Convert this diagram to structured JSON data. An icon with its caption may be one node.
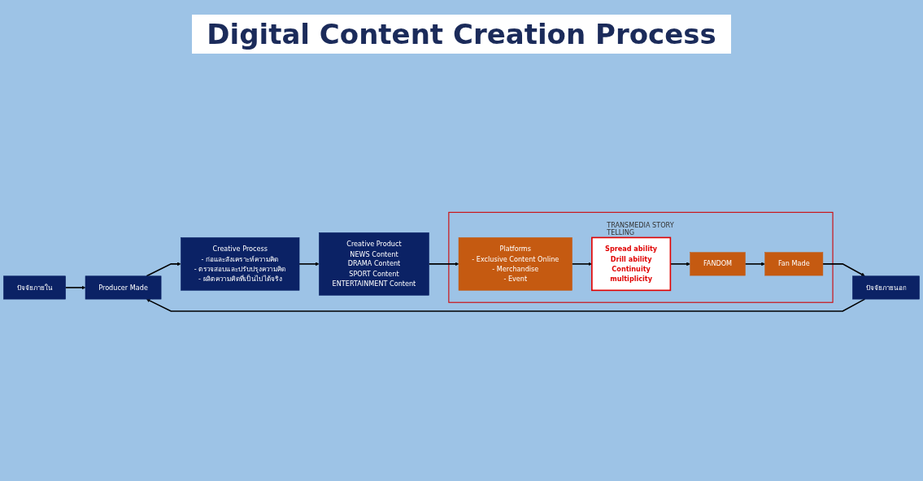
{
  "diagram": {
    "title": "Digital Content Creation Process",
    "nodes": [
      {
        "text": [
          "ปัจจัยภายใน"
        ]
      },
      {
        "text": [
          "ปัจจัยภายนอก"
        ]
      },
      {
        "text": [
          "Producer Made"
        ]
      },
      {
        "text": [
          "Creative Process",
          "- ก่อและสังเคราะห์ความคิด",
          "- ตรวจสอบและปรับปรุงความคิด",
          "- ผลิตความคิดที่เป็นไปได้จริง"
        ]
      },
      {
        "text": [
          "Creative Product",
          "NEWS Content",
          "DRAMA Content",
          "SPORT Content",
          "ENTERTAINMENT Content"
        ]
      },
      {
        "text": [
          "TRANSMEDIA STORY TELLING"
        ]
      },
      {
        "text": [
          "Platforms",
          "- Exclusive Content Online",
          "- Merchandise",
          "- Event"
        ],
        "in": 5
      },
      {
        "text": [
          "Spread ability",
          "Drill ability",
          "Continuity",
          "multiplicity"
        ],
        "in": 5
      },
      {
        "text": [
          "FANDOM"
        ],
        "in": 5
      },
      {
        "text": [
          "Fan Made"
        ],
        "in": 5
      }
    ],
    "edges": [
      {
        "from": 0,
        "to": 2,
        "arrow": "to"
      },
      {
        "from": 1,
        "to": 2,
        "arrow": "to"
      },
      {
        "from": 2,
        "to": 3,
        "arrow": "to"
      },
      {
        "from": 3,
        "to": 4,
        "arrow": "to"
      },
      {
        "from": 4,
        "to": 6,
        "arrow": "to"
      },
      {
        "from": 6,
        "to": 7,
        "arrow": "to"
      },
      {
        "from": 7,
        "to": 8,
        "arrow": "to"
      },
      {
        "from": 8,
        "to": 9,
        "arrow": "to"
      },
      {
        "from": 9,
        "to": 1,
        "arrow": "to"
      }
    ]
  }
}
